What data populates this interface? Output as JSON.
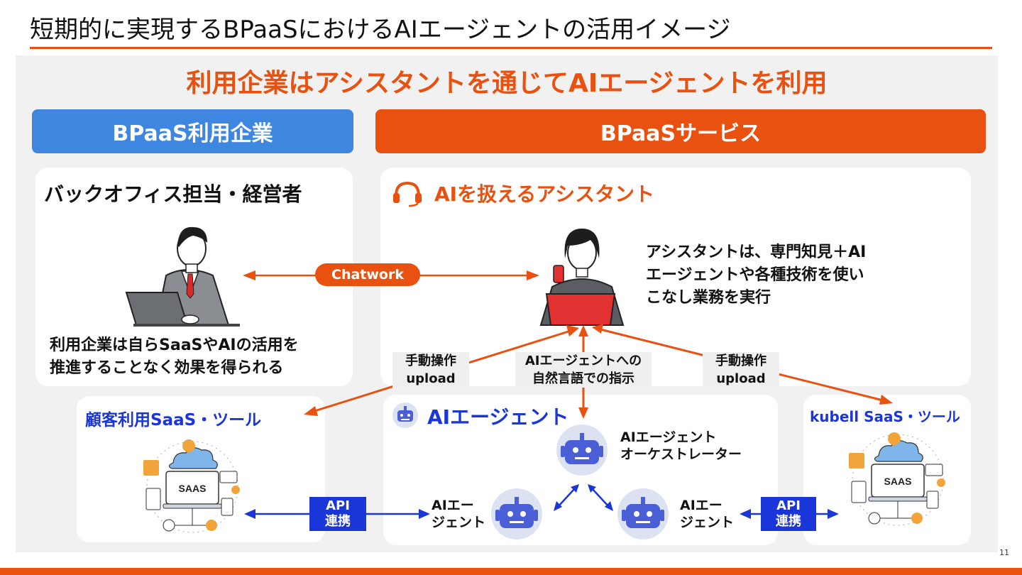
{
  "title": "短期的に実現するBPaaSにおけるAIエージェントの活用イメージ",
  "subtitle": "利用企業はアシスタントを通じてAIエージェントを利用",
  "headers": {
    "left": "BPaaS利用企業",
    "right": "BPaaSサービス"
  },
  "user_card": {
    "heading": "バックオフィス担当・経営者",
    "desc_line1": "利用企業は自らSaaSやAIの活用を",
    "desc_line2": "推進することなく効果を得られる"
  },
  "assistant_card": {
    "heading": "AIを扱えるアシスタント",
    "desc_line1": "アシスタントは、専門知見＋AI",
    "desc_line2": "エージェントや各種技術を使い",
    "desc_line3": "こなし業務を実行"
  },
  "chatwork_label": "Chatwork",
  "tags": {
    "manual_left_1": "手動操作",
    "manual_left_2": "upload",
    "instruction_1": "AIエージェントへの",
    "instruction_2": "自然言語での指示",
    "manual_right_1": "手動操作",
    "manual_right_2": "upload"
  },
  "customer_saas": {
    "heading": "顧客利用SaaS・ツール",
    "saas_label": "SAAS"
  },
  "agent_card": {
    "heading": "AIエージェント",
    "orchestrator_1": "AIエージェント",
    "orchestrator_2": "オーケストレーター",
    "agent_left_1": "AIエー",
    "agent_left_2": "ジェント",
    "agent_right_1": "AIエー",
    "agent_right_2": "ジェント"
  },
  "kubell_saas": {
    "heading": "kubell SaaS・ツール",
    "saas_label": "SAAS"
  },
  "api_left_1": "API",
  "api_left_2": "連携",
  "api_right_1": "API",
  "api_right_2": "連携",
  "page_number": "11",
  "colors": {
    "accent_orange": "#e8510f",
    "header_blue": "#3f86e0",
    "link_blue": "#1a35d8",
    "panel_gray": "#f1f1f1"
  }
}
